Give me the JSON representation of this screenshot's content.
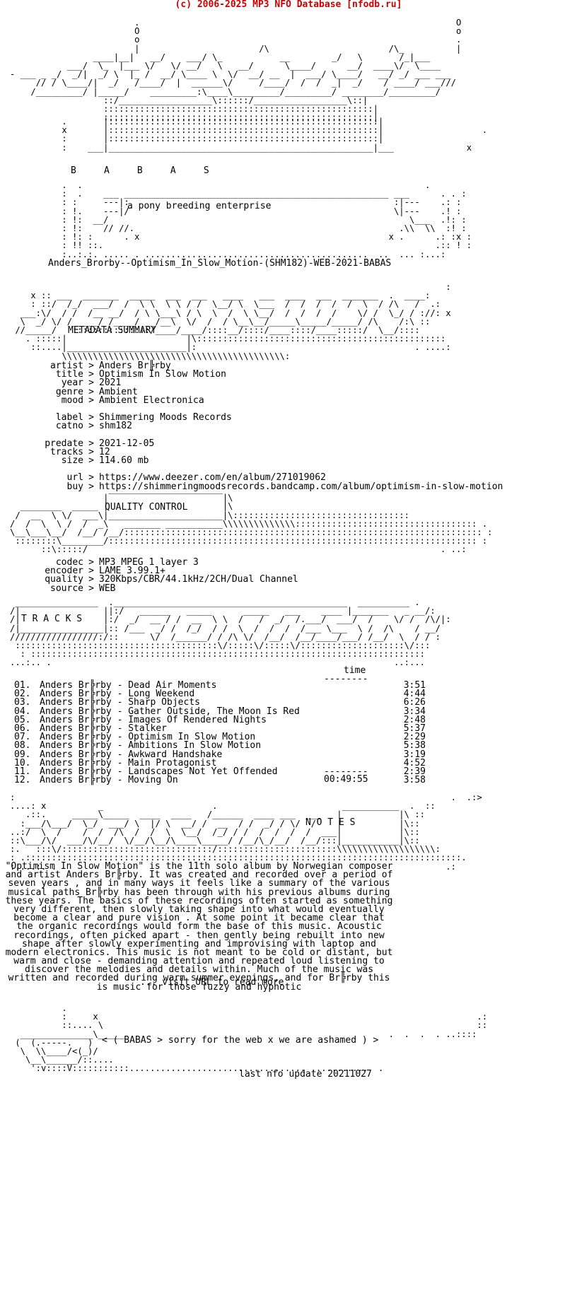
{
  "header": "(c) 2006-2025 MP3 NFO Database [nfodb.ru]",
  "banner": {
    "letters": "B     A     B     A     S",
    "tagline": "a pony breeding enterprise"
  },
  "release_name": "Anders_Brorby--Optimism_In_Slow_Motion-(SHM182)-WEB-2021-BABAS",
  "sections": {
    "metadata": "METADATA SUMMARY",
    "quality": "QUALITY CONTROL",
    "tracks": "T R A C K S",
    "notes": "N O T E S"
  },
  "metadata": [
    {
      "key": "artist",
      "value": "Anders Br╠rby"
    },
    {
      "key": "title",
      "value": "Optimism In Slow Motion"
    },
    {
      "key": "year",
      "value": "2021"
    },
    {
      "key": "genre",
      "value": "Ambient"
    },
    {
      "key": "mood",
      "value": "Ambient Electronica"
    },
    {
      "key": "",
      "value": ""
    },
    {
      "key": "label",
      "value": "Shimmering Moods Records"
    },
    {
      "key": "catno",
      "value": "shm182"
    },
    {
      "key": "",
      "value": ""
    },
    {
      "key": "predate",
      "value": "2021-12-05"
    },
    {
      "key": "tracks",
      "value": "12"
    },
    {
      "key": "size",
      "value": "114.60 mb"
    },
    {
      "key": "",
      "value": ""
    },
    {
      "key": "url",
      "value": "https://www.deezer.com/en/album/271019062"
    },
    {
      "key": "buy",
      "value": "https://shimmeringmoodsrecords.bandcamp.com/album/optimism-in-slow-motion"
    }
  ],
  "quality": [
    {
      "key": "codec",
      "value": "MP3 MPEG 1 layer 3"
    },
    {
      "key": "encoder",
      "value": "LAME 3.99.1+"
    },
    {
      "key": "quality",
      "value": "320Kbps/CBR/44.1kHz/2CH/Dual Channel"
    },
    {
      "key": "source",
      "value": "WEB"
    }
  ],
  "tracks_header": "time",
  "tracks_rule": "--------",
  "tracks": [
    {
      "num": "01.",
      "title": "Anders Br╠rby - Dead Air Moments",
      "time": "3:51"
    },
    {
      "num": "02.",
      "title": "Anders Br╠rby - Long Weekend",
      "time": "4:44"
    },
    {
      "num": "03.",
      "title": "Anders Br╠rby - Sharp Objects",
      "time": "6:26"
    },
    {
      "num": "04.",
      "title": "Anders Br╠rby - Gather Outside, The Moon Is Red",
      "time": "3:34"
    },
    {
      "num": "05.",
      "title": "Anders Br╠rby - Images Of Rendered Nights",
      "time": "2:48"
    },
    {
      "num": "06.",
      "title": "Anders Br╠rby - Stalker",
      "time": "5:37"
    },
    {
      "num": "07.",
      "title": "Anders Br╠rby - Optimism In Slow Motion",
      "time": "2:29"
    },
    {
      "num": "08.",
      "title": "Anders Br╠rby - Ambitions In Slow Motion",
      "time": "5:38"
    },
    {
      "num": "09.",
      "title": "Anders Br╠rby - Awkward Handshake",
      "time": "3:19"
    },
    {
      "num": "10.",
      "title": "Anders Br╠rby - Main Protagonist",
      "time": "4:52"
    },
    {
      "num": "11.",
      "title": "Anders Br╠rby - Landscapes Not Yet Offended",
      "time": "2:39"
    },
    {
      "num": "12.",
      "title": "Anders Br╠rby - Moving On",
      "time": "3:58"
    }
  ],
  "total_time": "00:49:55",
  "notes": [
    "\"Optimism In Slow Motion\" is the 11th solo album by Norwegian composer",
    "and artist Anders Br╠rby. It was created and recorded over a period of",
    "seven years , and in many ways it feels like a summary of the various",
    "musical paths Br╠rby has been through with his previous albums during",
    "these years. The basics of these recordings often started as something",
    "very different, then slowly taking shape into what would eventually",
    "become a clear and pure vision . At some point it became clear that",
    "the organic recordings would form the base of this music. Acoustic",
    "recordings, often picked apart - then gently being rebuilt into new",
    "shape after slowly experimenting and improvising with laptop and",
    "modern electronics. This music is not meant to be cold or distant, but",
    "warm and close - demanding attention and repeated loud listening to",
    "discover the melodies and details within. Much of the music was",
    "written and recorded during warm summer evenings, and for Br╠rby this",
    "is music for those fuzzy and hypnotic"
  ],
  "visit_url": "... visit URL to read more",
  "footer_message": "< ( BABAS > sorry for the web x we are ashamed ) >",
  "last_update": "last nfo update 20211027"
}
